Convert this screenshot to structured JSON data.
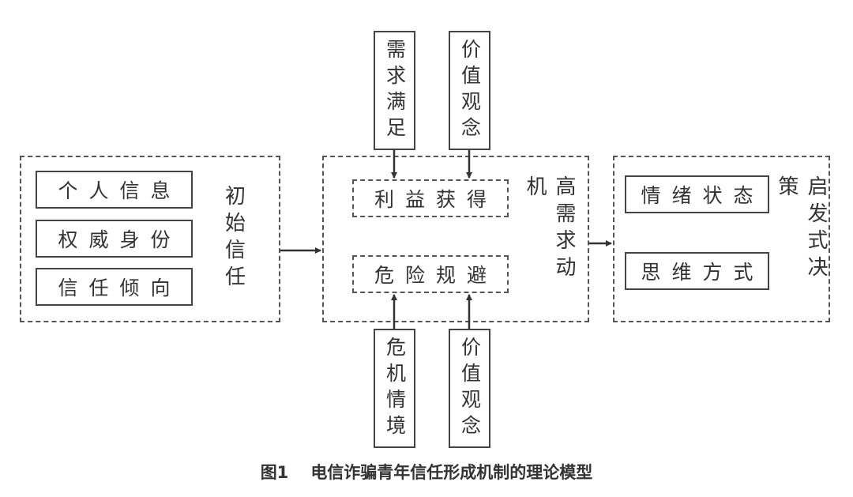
{
  "diagram": {
    "initial_trust": {
      "label": "初始信任",
      "factors": [
        "个人信息",
        "权威身份",
        "信任倾向"
      ]
    },
    "high_need_motivation": {
      "label": "高需求动机",
      "components": [
        "利益获得",
        "危险规避"
      ],
      "inputs_top": [
        "需求满足",
        "价值观念"
      ],
      "inputs_bottom": [
        "危机情境",
        "价值观念"
      ]
    },
    "heuristic_decision": {
      "label": "启发式决策",
      "factors": [
        "情绪状态",
        "思维方式"
      ]
    },
    "edges": [
      {
        "from": "初始信任",
        "to": "高需求动机"
      },
      {
        "from": "高需求动机",
        "to": "启发式决策"
      },
      {
        "from": "需求满足",
        "to": "利益获得"
      },
      {
        "from": "价值观念",
        "to": "利益获得"
      },
      {
        "from": "危机情境",
        "to": "危险规避"
      },
      {
        "from": "价值观念",
        "to": "危险规避"
      }
    ]
  },
  "caption": {
    "figure_number": "图1",
    "title": "电信诈骗青年信任形成机制的理论模型"
  }
}
